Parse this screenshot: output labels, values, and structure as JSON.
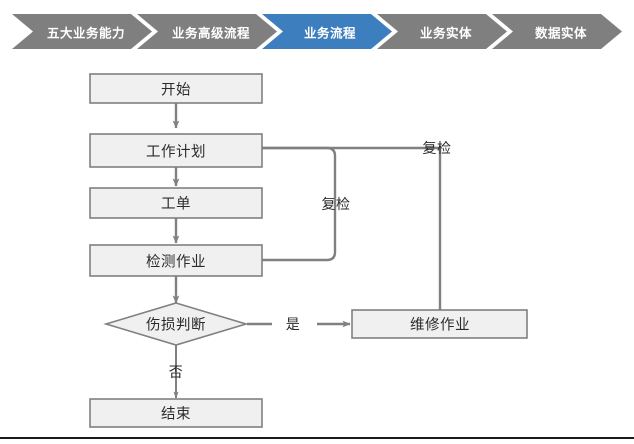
{
  "breadcrumb": {
    "active_index": 2,
    "colors": {
      "inactive": "#7f7f7f",
      "active": "#3d7ebf",
      "text": "#ffffff"
    },
    "items": [
      {
        "label": "五大业务能力"
      },
      {
        "label": "业务高级流程"
      },
      {
        "label": "业务流程"
      },
      {
        "label": "业务实体"
      },
      {
        "label": "数据实体"
      }
    ]
  },
  "flowchart": {
    "type": "flowchart",
    "colors": {
      "node_fill": "#f0f0f0",
      "node_stroke": "#808080",
      "edge_stroke": "#808080",
      "text": "#2b2b2b"
    },
    "nodes": [
      {
        "id": "start",
        "label": "开始",
        "shape": "rect"
      },
      {
        "id": "plan",
        "label": "工作计划",
        "shape": "rect"
      },
      {
        "id": "order",
        "label": "工单",
        "shape": "rect"
      },
      {
        "id": "inspect",
        "label": "检测作业",
        "shape": "rect"
      },
      {
        "id": "decide",
        "label": "伤损判断",
        "shape": "diamond"
      },
      {
        "id": "repair",
        "label": "维修作业",
        "shape": "rect"
      },
      {
        "id": "end",
        "label": "结束",
        "shape": "rect"
      }
    ],
    "edges": [
      {
        "from": "start",
        "to": "plan",
        "label": ""
      },
      {
        "from": "plan",
        "to": "order",
        "label": ""
      },
      {
        "from": "order",
        "to": "inspect",
        "label": ""
      },
      {
        "from": "inspect",
        "to": "decide",
        "label": ""
      },
      {
        "from": "decide",
        "to": "repair",
        "label": "是"
      },
      {
        "from": "decide",
        "to": "end",
        "label": "否"
      },
      {
        "from": "inspect",
        "to": "plan",
        "label": "复检"
      },
      {
        "from": "repair",
        "to": "plan",
        "label": "复检"
      }
    ],
    "edge_labels": {
      "yes": "是",
      "no": "否",
      "recheck_inner": "复检",
      "recheck_outer": "复检"
    }
  }
}
